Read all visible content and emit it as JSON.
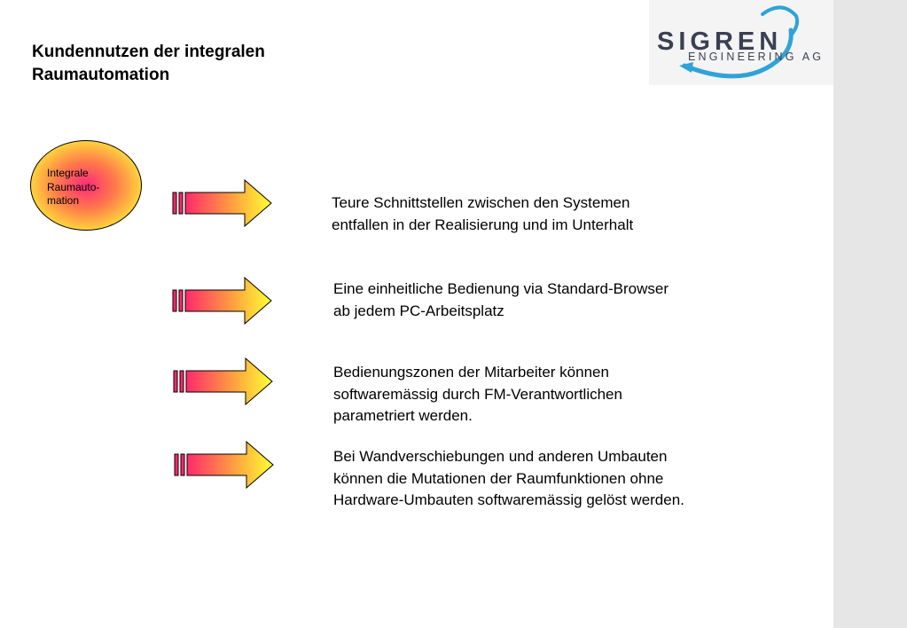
{
  "title": {
    "line1": "Kundennutzen der integralen",
    "line2": "Raumautomation"
  },
  "logo": {
    "name": "SIGREN",
    "subtitle": "ENGINEERING AG",
    "colors": {
      "text": "#3a3f52",
      "swoosh": "#2fa3d8"
    }
  },
  "bubble": {
    "lines": [
      "Integrale",
      "Raumauto-",
      "mation"
    ]
  },
  "statements": [
    {
      "lines": [
        "Teure Schnittstellen zwischen den Systemen",
        "entfallen in der Realisierung und im Unterhalt"
      ]
    },
    {
      "lines": [
        "Eine einheitliche Bedienung via Standard-Browser",
        "ab jedem PC-Arbeitsplatz"
      ]
    },
    {
      "lines": [
        "Bedienungszonen der Mitarbeiter können",
        "softwaremässig durch FM-Verantwortlichen",
        "parametriert werden."
      ]
    },
    {
      "lines": [
        "Bei Wandverschiebungen und anderen Umbauten",
        "können die Mutationen der Raumfunktionen ohne",
        "Hardware-Umbauten softwaremässig gelöst werden."
      ]
    }
  ],
  "colors": {
    "arrow_start": "#ff2a6a",
    "arrow_end": "#ffff33",
    "side_panel": "#e6e6e6"
  }
}
